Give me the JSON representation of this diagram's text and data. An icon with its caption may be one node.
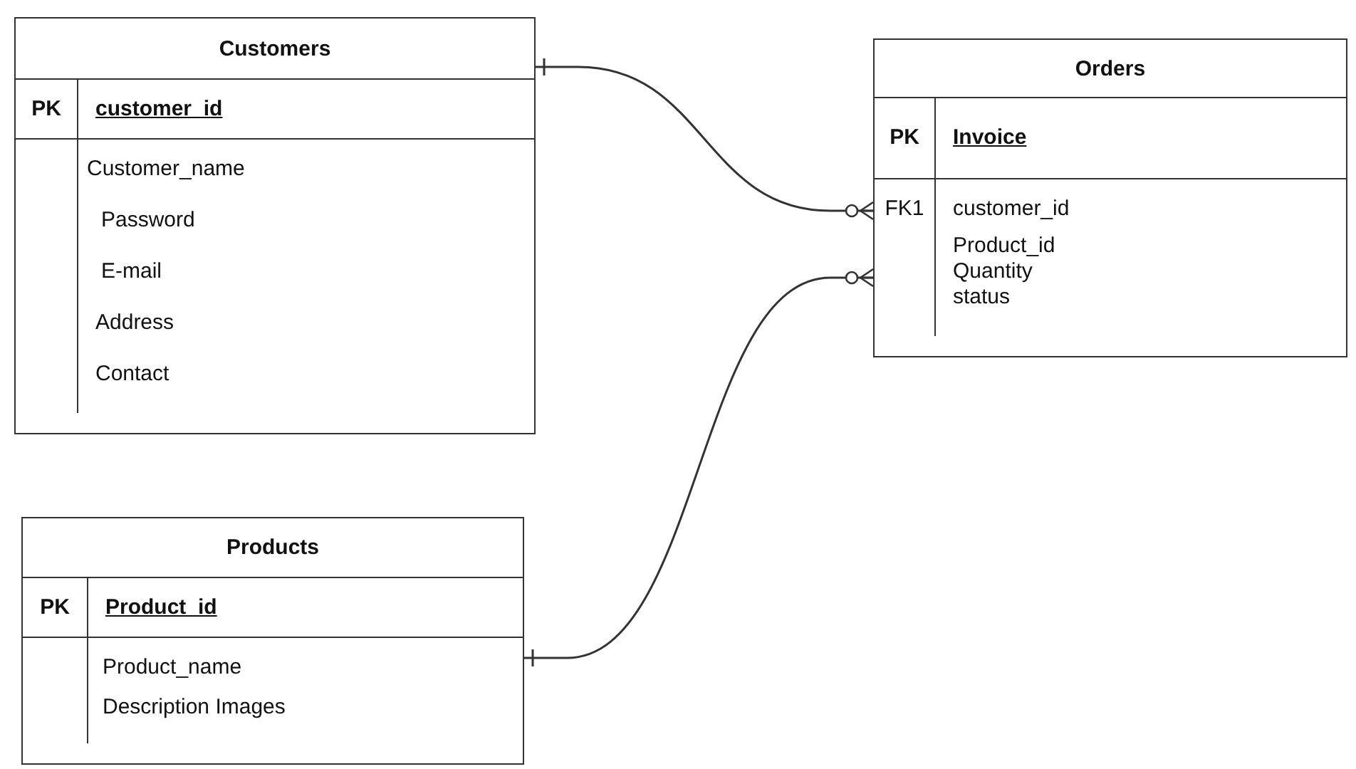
{
  "diagram": {
    "nodes": [
      {
        "text": [
          "Customers",
          "PK",
          "customer_id",
          "Customer_name",
          "Password",
          "E-mail",
          "Address",
          "Contact"
        ]
      },
      {
        "text": [
          "Orders",
          "PK",
          "Invoice",
          "FK1",
          "customer_id",
          "Product_id Quantity status"
        ]
      },
      {
        "text": [
          "Products",
          "PK",
          "Product_id",
          "Product_name",
          "Description Images"
        ]
      }
    ],
    "edges": [
      {
        "from": 0,
        "to": 1,
        "arrow": "other"
      },
      {
        "from": 2,
        "to": 1,
        "arrow": "other"
      }
    ]
  }
}
